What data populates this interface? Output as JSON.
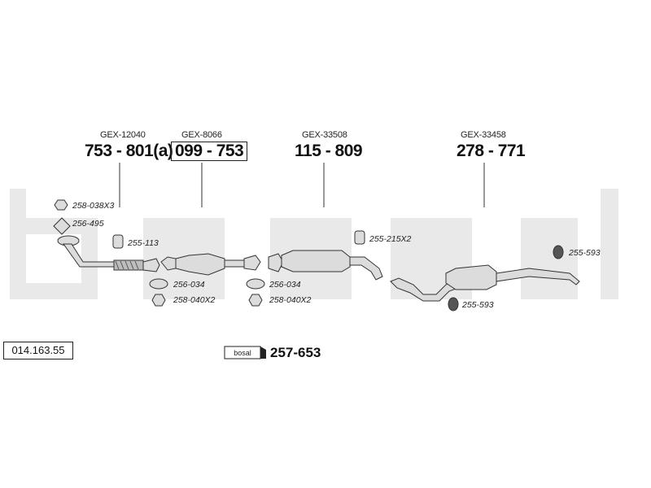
{
  "catalog_ref": "014.163.55",
  "watermark_text": "bosal",
  "groups": [
    {
      "gex": "GEX-12040",
      "number": "753 - 801(a)"
    },
    {
      "gex": "GEX-8066",
      "number": "099 - 753"
    },
    {
      "gex": "GEX-33508",
      "number": "115 - 809"
    },
    {
      "gex": "GEX-33458",
      "number": "278 - 771"
    }
  ],
  "parts": [
    {
      "label": "258-038X3",
      "icon": "nut-icon"
    },
    {
      "label": "256-495",
      "icon": "gasket-icon"
    },
    {
      "label": "255-113",
      "icon": "clamp-icon"
    },
    {
      "label": "256-034",
      "icon": "gasket-icon"
    },
    {
      "label": "258-040X2",
      "icon": "nut-icon"
    },
    {
      "label": "256-034",
      "icon": "gasket-icon"
    },
    {
      "label": "258-040X2",
      "icon": "nut-icon"
    },
    {
      "label": "255-215X2",
      "icon": "clamp-icon"
    },
    {
      "label": "255-593",
      "icon": "rubber-mount-icon"
    },
    {
      "label": "255-593",
      "icon": "rubber-mount-icon"
    }
  ],
  "mounting_kit": {
    "label": "bosal",
    "number": "257-653"
  },
  "colors": {
    "watermark": "#e9e9e9",
    "line": "#333333",
    "part_fill": "#dcdcdc"
  }
}
